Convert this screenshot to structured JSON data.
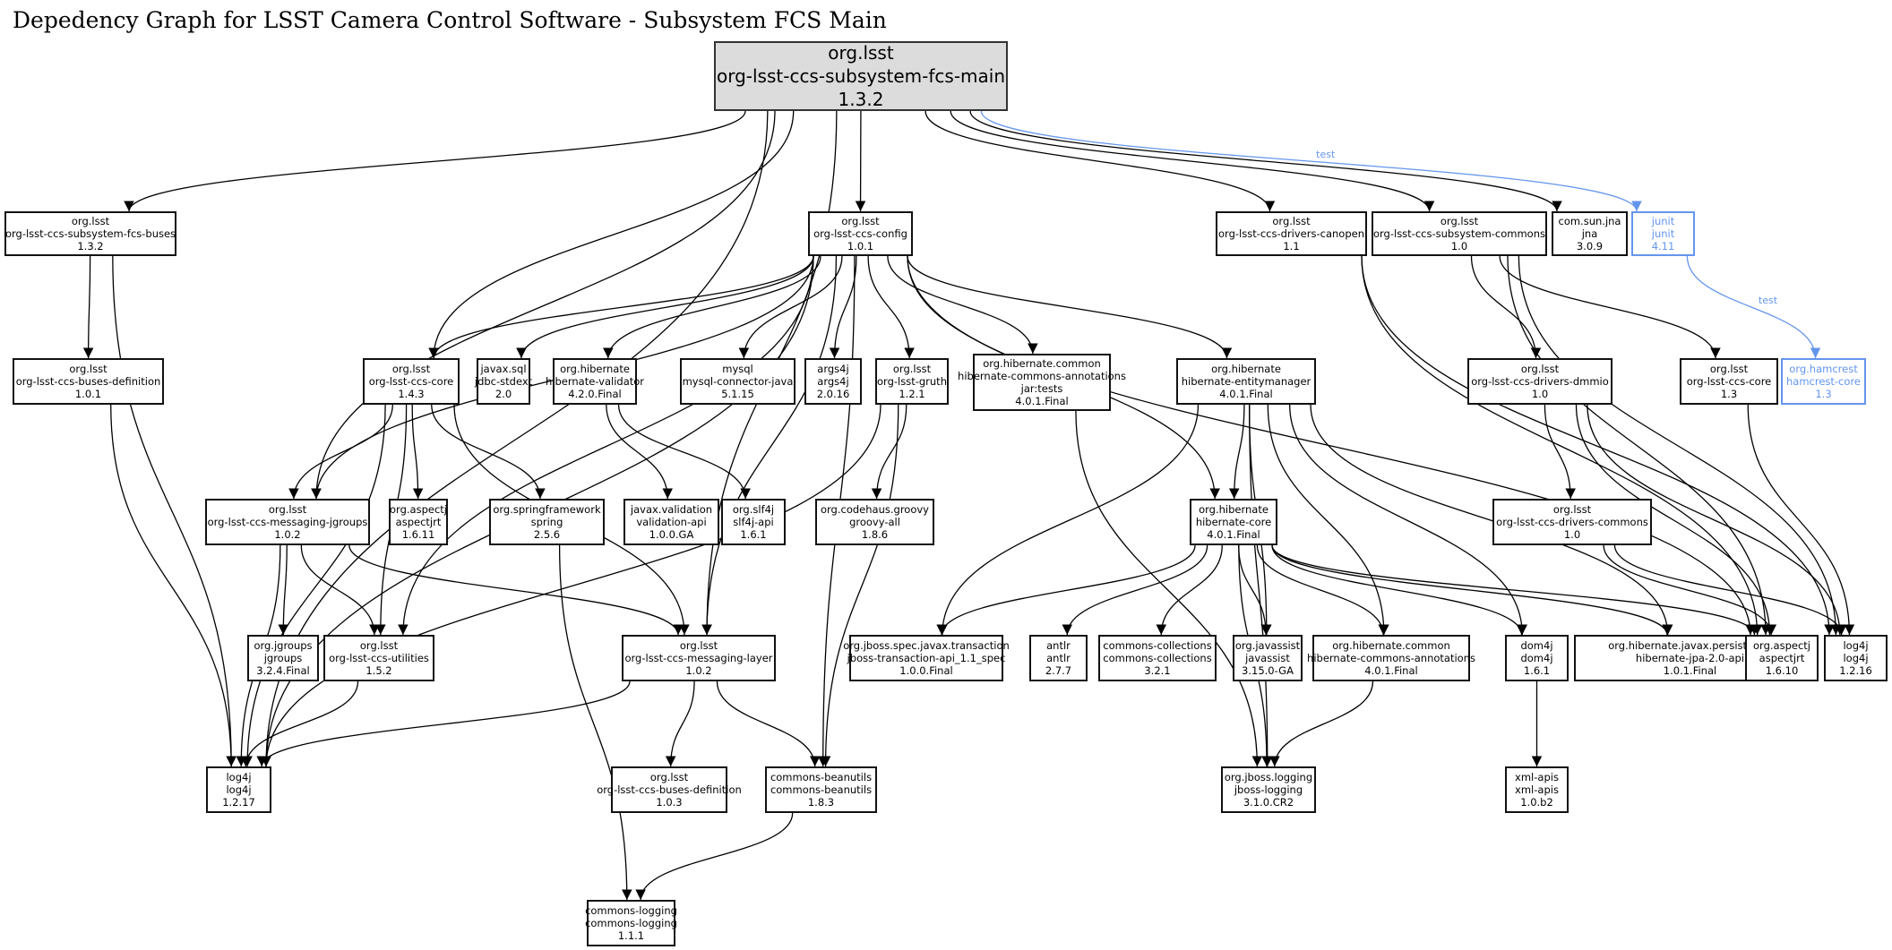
{
  "title": "Depedency Graph for LSST Camera Control Software - Subsystem FCS Main",
  "colors": {
    "node_border": "#111111",
    "root_fill": "#dcdcdc",
    "test_scope": "#6495ed",
    "edge": "#000000"
  },
  "nodes": [
    {
      "id": "fcs_main",
      "group": "org.lsst",
      "artifact": "org-lsst-ccs-subsystem-fcs-main",
      "version": "1.3.2",
      "root": true
    },
    {
      "id": "fcs_buses",
      "group": "org.lsst",
      "artifact": "org-lsst-ccs-subsystem-fcs-buses",
      "version": "1.3.2"
    },
    {
      "id": "config",
      "group": "org.lsst",
      "artifact": "org-lsst-ccs-config",
      "version": "1.0.1"
    },
    {
      "id": "canopen",
      "group": "org.lsst",
      "artifact": "org-lsst-ccs-drivers-canopen",
      "version": "1.1"
    },
    {
      "id": "sub_commons",
      "group": "org.lsst",
      "artifact": "org-lsst-ccs-subsystem-commons",
      "version": "1.0"
    },
    {
      "id": "jna",
      "group": "com.sun.jna",
      "artifact": "jna",
      "version": "3.0.9"
    },
    {
      "id": "junit",
      "group": "junit",
      "artifact": "junit",
      "version": "4.11",
      "scope": "test"
    },
    {
      "id": "buses_def_101",
      "group": "org.lsst",
      "artifact": "org-lsst-ccs-buses-definition",
      "version": "1.0.1"
    },
    {
      "id": "core_143",
      "group": "org.lsst",
      "artifact": "org-lsst-ccs-core",
      "version": "1.4.3"
    },
    {
      "id": "jdbc",
      "group": "javax.sql",
      "artifact": "jdbc-stdext",
      "version": "2.0"
    },
    {
      "id": "hib_validator",
      "group": "org.hibernate",
      "artifact": "hibernate-validator",
      "version": "4.2.0.Final"
    },
    {
      "id": "mysql",
      "group": "mysql",
      "artifact": "mysql-connector-java",
      "version": "5.1.15"
    },
    {
      "id": "args4j",
      "group": "args4j",
      "artifact": "args4j",
      "version": "2.0.16"
    },
    {
      "id": "gruth",
      "group": "org.lsst",
      "artifact": "org-lsst-gruth",
      "version": "1.2.1"
    },
    {
      "id": "hca_tests",
      "group": "org.hibernate.common",
      "artifact": "hibernate-commons-annotations",
      "classifier": "jar:tests",
      "version": "4.0.1.Final"
    },
    {
      "id": "entitymanager",
      "group": "org.hibernate",
      "artifact": "hibernate-entitymanager",
      "version": "4.0.1.Final"
    },
    {
      "id": "dmmio",
      "group": "org.lsst",
      "artifact": "org-lsst-ccs-drivers-dmmio",
      "version": "1.0"
    },
    {
      "id": "core_13",
      "group": "org.lsst",
      "artifact": "org-lsst-ccs-core",
      "version": "1.3"
    },
    {
      "id": "hamcrest",
      "group": "org.hamcrest",
      "artifact": "hamcrest-core",
      "version": "1.3",
      "scope": "test"
    },
    {
      "id": "msg_jgroups",
      "group": "org.lsst",
      "artifact": "org-lsst-ccs-messaging-jgroups",
      "version": "1.0.2"
    },
    {
      "id": "aspectjrt_1611",
      "group": "org.aspectj",
      "artifact": "aspectjrt",
      "version": "1.6.11"
    },
    {
      "id": "spring",
      "group": "org.springframework",
      "artifact": "spring",
      "version": "2.5.6"
    },
    {
      "id": "validation_api",
      "group": "javax.validation",
      "artifact": "validation-api",
      "version": "1.0.0.GA"
    },
    {
      "id": "slf4j",
      "group": "org.slf4j",
      "artifact": "slf4j-api",
      "version": "1.6.1"
    },
    {
      "id": "groovy",
      "group": "org.codehaus.groovy",
      "artifact": "groovy-all",
      "version": "1.8.6"
    },
    {
      "id": "hib_core",
      "group": "org.hibernate",
      "artifact": "hibernate-core",
      "version": "4.0.1.Final"
    },
    {
      "id": "drv_commons",
      "group": "org.lsst",
      "artifact": "org-lsst-ccs-drivers-commons",
      "version": "1.0"
    },
    {
      "id": "jgroups",
      "group": "org.jgroups",
      "artifact": "jgroups",
      "version": "3.2.4.Final"
    },
    {
      "id": "utilities",
      "group": "org.lsst",
      "artifact": "org-lsst-ccs-utilities",
      "version": "1.5.2"
    },
    {
      "id": "msg_layer",
      "group": "org.lsst",
      "artifact": "org-lsst-ccs-messaging-layer",
      "version": "1.0.2"
    },
    {
      "id": "jta",
      "group": "org.jboss.spec.javax.transaction",
      "artifact": "jboss-transaction-api_1.1_spec",
      "version": "1.0.0.Final"
    },
    {
      "id": "antlr",
      "group": "antlr",
      "artifact": "antlr",
      "version": "2.7.7"
    },
    {
      "id": "collections",
      "group": "commons-collections",
      "artifact": "commons-collections",
      "version": "3.2.1"
    },
    {
      "id": "javassist",
      "group": "org.javassist",
      "artifact": "javassist",
      "version": "3.15.0-GA"
    },
    {
      "id": "hca",
      "group": "org.hibernate.common",
      "artifact": "hibernate-commons-annotations",
      "version": "4.0.1.Final"
    },
    {
      "id": "dom4j",
      "group": "dom4j",
      "artifact": "dom4j",
      "version": "1.6.1"
    },
    {
      "id": "jpa",
      "group": "org.hibernate.javax.persistence",
      "artifact": "hibernate-jpa-2.0-api",
      "version": "1.0.1.Final"
    },
    {
      "id": "aspectjrt_1610",
      "group": "org.aspectj",
      "artifact": "aspectjrt",
      "version": "1.6.10"
    },
    {
      "id": "log4j_1216",
      "group": "log4j",
      "artifact": "log4j",
      "version": "1.2.16"
    },
    {
      "id": "log4j_1217",
      "group": "log4j",
      "artifact": "log4j",
      "version": "1.2.17"
    },
    {
      "id": "buses_def_103",
      "group": "org.lsst",
      "artifact": "org-lsst-ccs-buses-definition",
      "version": "1.0.3"
    },
    {
      "id": "beanutils",
      "group": "commons-beanutils",
      "artifact": "commons-beanutils",
      "version": "1.8.3"
    },
    {
      "id": "jboss_logging",
      "group": "org.jboss.logging",
      "artifact": "jboss-logging",
      "version": "3.1.0.CR2"
    },
    {
      "id": "xml_apis",
      "group": "xml-apis",
      "artifact": "xml-apis",
      "version": "1.0.b2"
    },
    {
      "id": "commons_logging",
      "group": "commons-logging",
      "artifact": "commons-logging",
      "version": "1.1.1"
    }
  ],
  "edges": [
    {
      "from": "fcs_main",
      "to": "fcs_buses"
    },
    {
      "from": "fcs_main",
      "to": "log4j_1217"
    },
    {
      "from": "fcs_main",
      "to": "msg_jgroups"
    },
    {
      "from": "fcs_main",
      "to": "core_143"
    },
    {
      "from": "fcs_main",
      "to": "config"
    },
    {
      "from": "fcs_main",
      "to": "msg_layer"
    },
    {
      "from": "fcs_main",
      "to": "canopen"
    },
    {
      "from": "fcs_main",
      "to": "sub_commons"
    },
    {
      "from": "fcs_main",
      "to": "jna"
    },
    {
      "from": "fcs_main",
      "to": "junit",
      "label": "test",
      "scope": "test"
    },
    {
      "from": "junit",
      "to": "hamcrest",
      "label": "test",
      "scope": "test"
    },
    {
      "from": "fcs_buses",
      "to": "buses_def_101"
    },
    {
      "from": "fcs_buses",
      "to": "log4j_1217"
    },
    {
      "from": "buses_def_101",
      "to": "log4j_1217"
    },
    {
      "from": "config",
      "to": "core_143"
    },
    {
      "from": "config",
      "to": "msg_jgroups"
    },
    {
      "from": "config",
      "to": "log4j_1217"
    },
    {
      "from": "config",
      "to": "utilities"
    },
    {
      "from": "config",
      "to": "jdbc"
    },
    {
      "from": "config",
      "to": "hib_validator"
    },
    {
      "from": "config",
      "to": "msg_layer"
    },
    {
      "from": "config",
      "to": "mysql"
    },
    {
      "from": "config",
      "to": "args4j"
    },
    {
      "from": "config",
      "to": "gruth"
    },
    {
      "from": "config",
      "to": "beanutils"
    },
    {
      "from": "config",
      "to": "hca_tests"
    },
    {
      "from": "config",
      "to": "entitymanager"
    },
    {
      "from": "config",
      "to": "hib_core"
    },
    {
      "from": "config",
      "to": "aspectjrt_1610"
    },
    {
      "from": "core_143",
      "to": "msg_jgroups"
    },
    {
      "from": "core_143",
      "to": "aspectjrt_1611"
    },
    {
      "from": "core_143",
      "to": "spring"
    },
    {
      "from": "core_143",
      "to": "utilities"
    },
    {
      "from": "core_143",
      "to": "log4j_1217"
    },
    {
      "from": "core_143",
      "to": "msg_layer"
    },
    {
      "from": "hib_validator",
      "to": "validation_api"
    },
    {
      "from": "hib_validator",
      "to": "slf4j"
    },
    {
      "from": "gruth",
      "to": "groovy"
    },
    {
      "from": "gruth",
      "to": "log4j_1217"
    },
    {
      "from": "gruth",
      "to": "beanutils"
    },
    {
      "from": "hca_tests",
      "to": "jboss_logging"
    },
    {
      "from": "entitymanager",
      "to": "hib_core"
    },
    {
      "from": "entitymanager",
      "to": "jta"
    },
    {
      "from": "entitymanager",
      "to": "javassist"
    },
    {
      "from": "entitymanager",
      "to": "hca"
    },
    {
      "from": "entitymanager",
      "to": "dom4j"
    },
    {
      "from": "entitymanager",
      "to": "jpa"
    },
    {
      "from": "entitymanager",
      "to": "jboss_logging"
    },
    {
      "from": "msg_jgroups",
      "to": "jgroups"
    },
    {
      "from": "msg_jgroups",
      "to": "utilities"
    },
    {
      "from": "msg_jgroups",
      "to": "msg_layer"
    },
    {
      "from": "msg_jgroups",
      "to": "log4j_1217"
    },
    {
      "from": "spring",
      "to": "commons_logging"
    },
    {
      "from": "hib_core",
      "to": "jta"
    },
    {
      "from": "hib_core",
      "to": "antlr"
    },
    {
      "from": "hib_core",
      "to": "collections"
    },
    {
      "from": "hib_core",
      "to": "javassist"
    },
    {
      "from": "hib_core",
      "to": "hca"
    },
    {
      "from": "hib_core",
      "to": "dom4j"
    },
    {
      "from": "hib_core",
      "to": "jpa"
    },
    {
      "from": "hib_core",
      "to": "jboss_logging"
    },
    {
      "from": "hib_core",
      "to": "aspectjrt_1610"
    },
    {
      "from": "utilities",
      "to": "log4j_1217"
    },
    {
      "from": "msg_layer",
      "to": "log4j_1217"
    },
    {
      "from": "msg_layer",
      "to": "buses_def_103"
    },
    {
      "from": "msg_layer",
      "to": "beanutils"
    },
    {
      "from": "hca",
      "to": "jboss_logging"
    },
    {
      "from": "dom4j",
      "to": "xml_apis"
    },
    {
      "from": "beanutils",
      "to": "commons_logging"
    },
    {
      "from": "canopen",
      "to": "aspectjrt_1610"
    },
    {
      "from": "canopen",
      "to": "log4j_1216"
    },
    {
      "from": "sub_commons",
      "to": "dmmio"
    },
    {
      "from": "sub_commons",
      "to": "core_13"
    },
    {
      "from": "sub_commons",
      "to": "log4j_1216"
    },
    {
      "from": "sub_commons",
      "to": "aspectjrt_1610"
    },
    {
      "from": "dmmio",
      "to": "drv_commons"
    },
    {
      "from": "dmmio",
      "to": "aspectjrt_1610"
    },
    {
      "from": "dmmio",
      "to": "log4j_1216"
    },
    {
      "from": "drv_commons",
      "to": "aspectjrt_1610"
    },
    {
      "from": "drv_commons",
      "to": "log4j_1216"
    },
    {
      "from": "core_13",
      "to": "log4j_1216"
    }
  ]
}
